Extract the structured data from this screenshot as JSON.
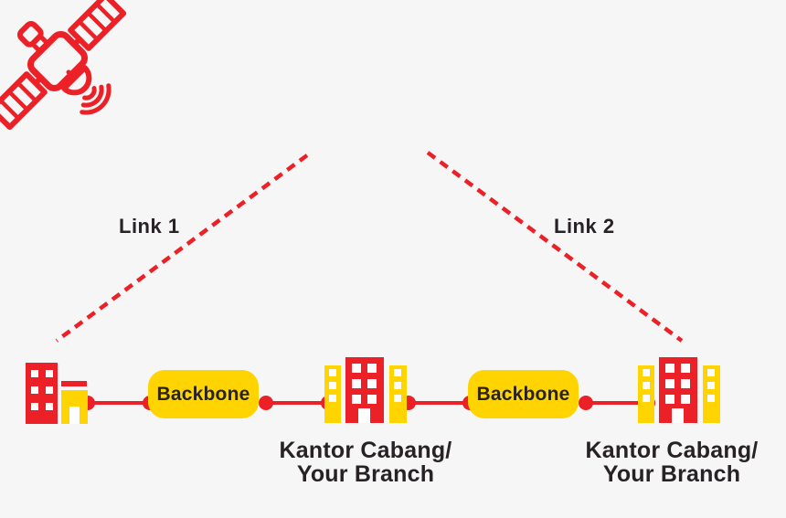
{
  "colors": {
    "red": "#EB2127",
    "yellow": "#FFD400",
    "text": "#272225",
    "white": "#FCFCFC",
    "background": "#F6F6F6"
  },
  "satellite": {
    "icon": "satellite-icon"
  },
  "links": [
    {
      "label": "Link 1"
    },
    {
      "label": "Link 2"
    }
  ],
  "backbones": [
    {
      "label": "Backbone"
    },
    {
      "label": "Backbone"
    }
  ],
  "sites": {
    "left": {
      "name": "head-office-buildings"
    },
    "middle": {
      "label_line1": "Kantor Cabang/",
      "label_line2": "Your Branch"
    },
    "right": {
      "label_line1": "Kantor Cabang/",
      "label_line2": "Your Branch"
    }
  }
}
